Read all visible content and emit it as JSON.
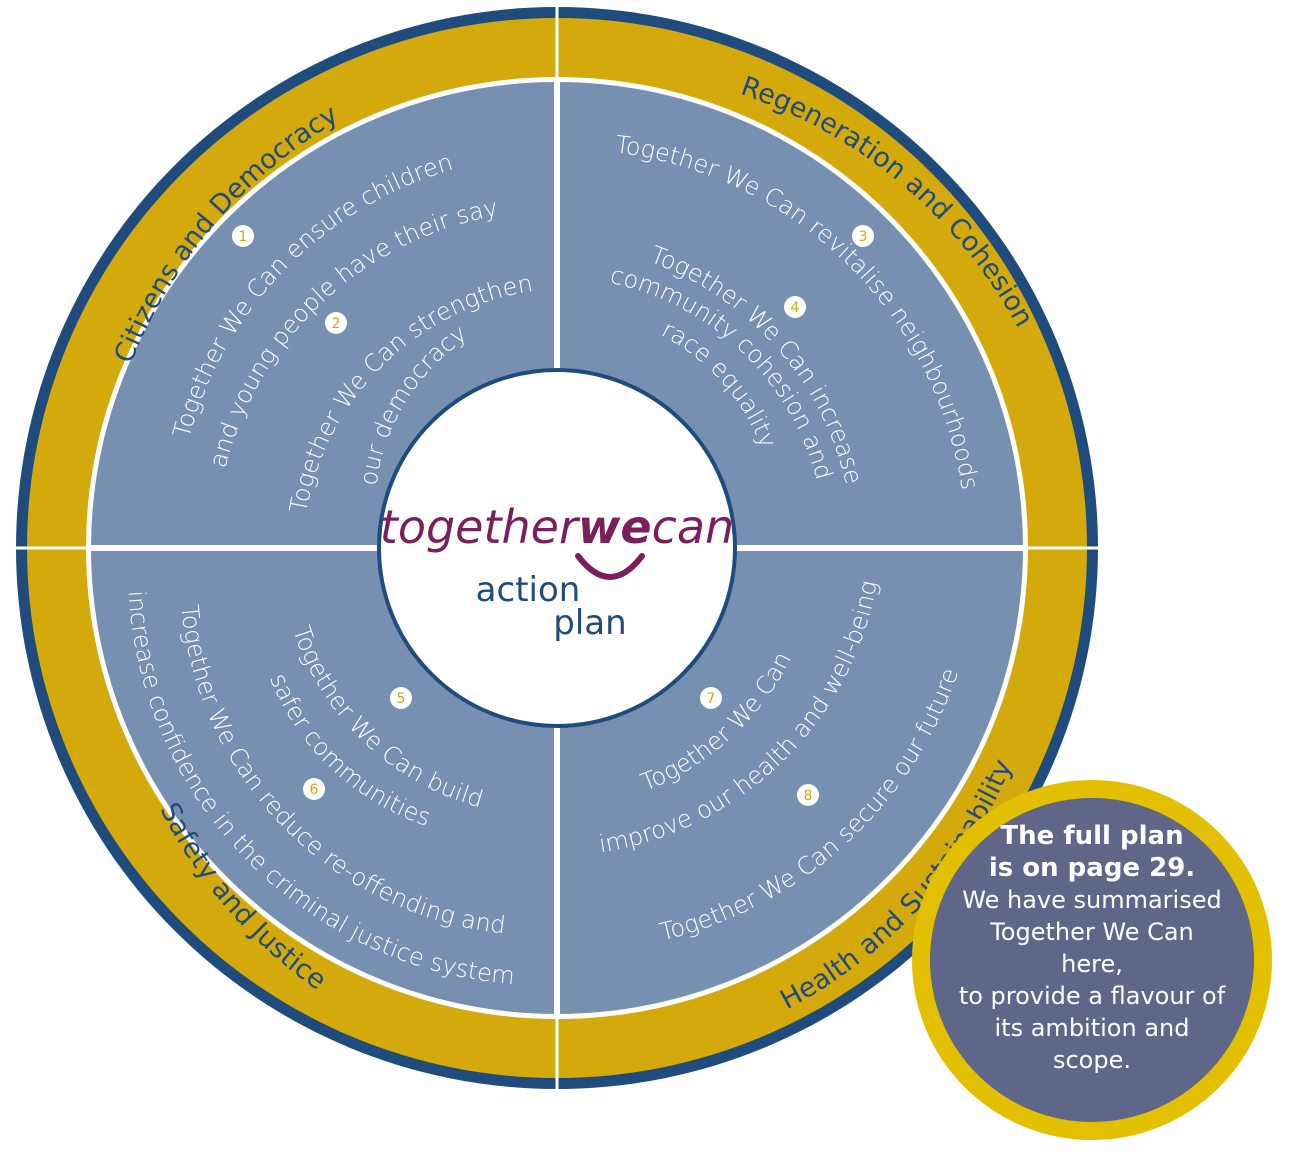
{
  "colors": {
    "ring": "#d4a90c",
    "ring_outline": "#1f4c7c",
    "quadrant": "#7790b2",
    "divider": "#ffffff",
    "center_fill": "#ffffff",
    "center_border": "#1f4c7c",
    "logo_purple": "#7a1f5b",
    "plan_text": "#1f4c7c",
    "callout_fill": "#5f6688",
    "callout_border": "#e2c000"
  },
  "logo": {
    "together": "together",
    "we": "we",
    "can": "can",
    "line1": "action",
    "line2": "plan"
  },
  "themes": [
    "Citizens and Democracy",
    "Regeneration and Cohesion",
    "Health and Sustainability",
    "Safety and Justice"
  ],
  "goals": [
    {
      "num": "1",
      "lines": [
        "Together We Can ensure children",
        "and young people have their say"
      ]
    },
    {
      "num": "2",
      "lines": [
        "Together We Can strengthen",
        "our democracy"
      ]
    },
    {
      "num": "3",
      "lines": [
        "Together We Can revitalise neighbourhoods"
      ]
    },
    {
      "num": "4",
      "lines": [
        "Together We Can increase",
        "community cohesion and",
        "race equality"
      ]
    },
    {
      "num": "5",
      "lines": [
        "Together We Can build",
        "safer communities"
      ]
    },
    {
      "num": "6",
      "lines": [
        "Together We Can reduce re-offending and",
        "increase confidence in the criminal justice system"
      ]
    },
    {
      "num": "7",
      "lines": [
        "Together We Can",
        "improve our health and well-being"
      ]
    },
    {
      "num": "8",
      "lines": [
        "Together We Can secure our future"
      ]
    }
  ],
  "callout": {
    "bold_line1": "The full plan",
    "bold_line2": "is on page 29.",
    "body": [
      "We have summarised",
      "Together We Can here,",
      "to provide a flavour of",
      "its ambition and",
      "scope."
    ]
  }
}
